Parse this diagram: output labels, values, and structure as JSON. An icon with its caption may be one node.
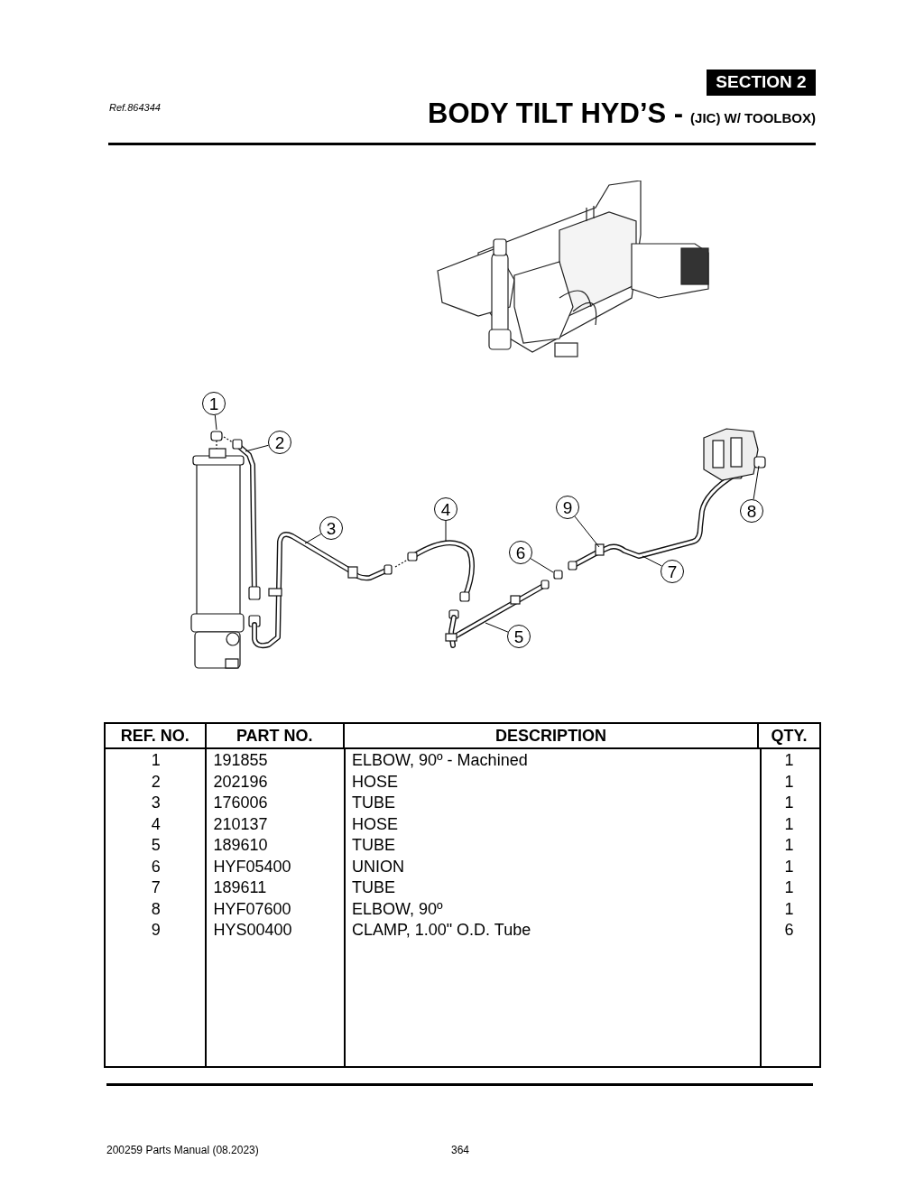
{
  "diagram": {
    "title": "BODY TILT HYD’S -",
    "nodes": [
      {
        "text": [
          "1"
        ]
      },
      {
        "text": [
          "2"
        ]
      },
      {
        "text": [
          "3"
        ]
      },
      {
        "text": [
          "4"
        ]
      },
      {
        "text": [
          "5"
        ]
      },
      {
        "text": [
          "6"
        ]
      },
      {
        "text": [
          "7"
        ]
      },
      {
        "text": [
          "8"
        ]
      },
      {
        "text": [
          "9"
        ]
      }
    ],
    "edges": [
      {
        "from": 0,
        "to": null,
        "arrow": "none"
      },
      {
        "from": 1,
        "to": null,
        "arrow": "none"
      },
      {
        "from": 2,
        "to": null,
        "arrow": "none"
      },
      {
        "from": 3,
        "to": null,
        "arrow": "none"
      },
      {
        "from": 4,
        "to": null,
        "arrow": "none"
      },
      {
        "from": 5,
        "to": null,
        "arrow": "none"
      },
      {
        "from": 6,
        "to": null,
        "arrow": "none"
      },
      {
        "from": 7,
        "to": null,
        "arrow": "none"
      },
      {
        "from": 8,
        "to": null,
        "arrow": "none"
      }
    ],
    "labels": [
      "SECTION 2",
      "Ref.864344",
      "(JIC) W/ TOOLBOX)",
      "REF. NO.",
      "PART NO.",
      "DESCRIPTION",
      "QTY.",
      "1",
      "191855",
      "ELBOW, 90º - Machined",
      "1",
      "2",
      "202196",
      "HOSE",
      "1",
      "3",
      "176006",
      "TUBE",
      "1",
      "4",
      "210137",
      "HOSE",
      "1",
      "5",
      "189610",
      "TUBE",
      "1",
      "6",
      "HYF05400",
      "UNION",
      "1",
      "7",
      "189611",
      "TUBE",
      "1",
      "8",
      "HYF07600",
      "ELBOW, 90º",
      "1",
      "9",
      "HYS00400",
      "CLAMP, 1.00\" O.D. Tube",
      "6",
      "200259 Parts Manual (08.2023)",
      "364"
    ]
  }
}
